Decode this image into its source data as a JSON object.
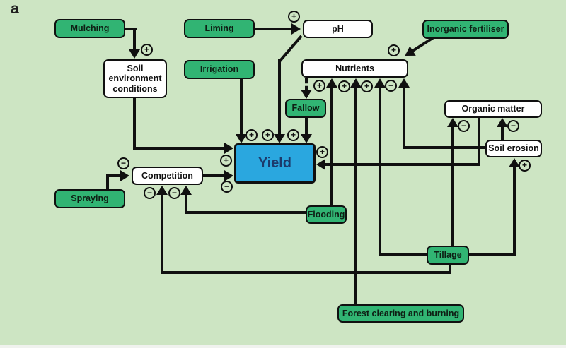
{
  "figure_label": "a",
  "colors": {
    "background": "#cde5c3",
    "green_node": "#31b473",
    "white_node": "#ffffff",
    "yield_node": "#2aa7df",
    "yield_text": "#1c3a6b",
    "line": "#101010"
  },
  "nodes": {
    "mulching": {
      "label": "Mulching",
      "type": "green"
    },
    "liming": {
      "label": "Liming",
      "type": "green"
    },
    "ph": {
      "label": "pH",
      "type": "white"
    },
    "inorganic_fertiliser": {
      "label": "Inorganic fertiliser",
      "type": "green"
    },
    "soil_environment_conditions": {
      "label": "Soil environment conditions",
      "type": "white"
    },
    "irrigation": {
      "label": "Irrigation",
      "type": "green"
    },
    "nutrients": {
      "label": "Nutrients",
      "type": "white"
    },
    "fallow": {
      "label": "Fallow",
      "type": "green"
    },
    "organic_matter": {
      "label": "Organic matter",
      "type": "white"
    },
    "soil_erosion": {
      "label": "Soil erosion",
      "type": "white"
    },
    "yield": {
      "label": "Yield",
      "type": "blue"
    },
    "competition": {
      "label": "Competition",
      "type": "white"
    },
    "spraying": {
      "label": "Spraying",
      "type": "green"
    },
    "flooding": {
      "label": "Flooding",
      "type": "green"
    },
    "tillage": {
      "label": "Tillage",
      "type": "green"
    },
    "forest_clearing": {
      "label": "Forest clearing and burning",
      "type": "green"
    }
  },
  "edges": [
    {
      "id": "mulching-soil_environment_conditions",
      "from": "mulching",
      "to": "soil_environment_conditions",
      "sign": "+",
      "dashed": false
    },
    {
      "id": "soil_environment_conditions-yield",
      "from": "soil_environment_conditions",
      "to": "yield",
      "sign": "+",
      "dashed": false
    },
    {
      "id": "liming-ph",
      "from": "liming",
      "to": "ph",
      "sign": "+",
      "dashed": false
    },
    {
      "id": "ph-yield",
      "from": "ph",
      "to": "yield",
      "sign": "+",
      "dashed": false
    },
    {
      "id": "irrigation-yield",
      "from": "irrigation",
      "to": "yield",
      "sign": "+",
      "dashed": false
    },
    {
      "id": "inorganic_fertiliser-nutrients",
      "from": "inorganic_fertiliser",
      "to": "nutrients",
      "sign": "+",
      "dashed": false
    },
    {
      "id": "nutrients-fallow",
      "from": "nutrients",
      "to": "fallow",
      "sign": "",
      "dashed": true
    },
    {
      "id": "fallow-yield",
      "from": "fallow",
      "to": "yield",
      "sign": "+",
      "dashed": false
    },
    {
      "id": "flooding-nutrients",
      "from": "flooding",
      "to": "nutrients",
      "sign": "+",
      "dashed": false
    },
    {
      "id": "forest_clearing-nutrients",
      "from": "forest_clearing",
      "to": "nutrients",
      "sign": "+",
      "dashed": false
    },
    {
      "id": "tillage-nutrients",
      "from": "tillage",
      "to": "nutrients",
      "sign": "+",
      "dashed": false
    },
    {
      "id": "soil_erosion-nutrients",
      "from": "soil_erosion",
      "to": "nutrients",
      "sign": "−",
      "dashed": false
    },
    {
      "id": "tillage-organic_matter",
      "from": "tillage",
      "to": "organic_matter",
      "sign": "−",
      "dashed": false
    },
    {
      "id": "soil_erosion-organic_matter",
      "from": "soil_erosion",
      "to": "organic_matter",
      "sign": "−",
      "dashed": false
    },
    {
      "id": "tillage-soil_erosion",
      "from": "tillage",
      "to": "soil_erosion",
      "sign": "+",
      "dashed": false
    },
    {
      "id": "organic_matter-yield",
      "from": "organic_matter",
      "to": "yield",
      "sign": "+",
      "dashed": false
    },
    {
      "id": "tillage-competition",
      "from": "tillage",
      "to": "competition",
      "sign": "−",
      "dashed": false
    },
    {
      "id": "flooding-competition",
      "from": "flooding",
      "to": "competition",
      "sign": "−",
      "dashed": false
    },
    {
      "id": "spraying-competition",
      "from": "spraying",
      "to": "competition",
      "sign": "−",
      "dashed": false
    },
    {
      "id": "competition-yield",
      "from": "competition",
      "to": "yield",
      "sign": "−",
      "dashed": false
    }
  ]
}
